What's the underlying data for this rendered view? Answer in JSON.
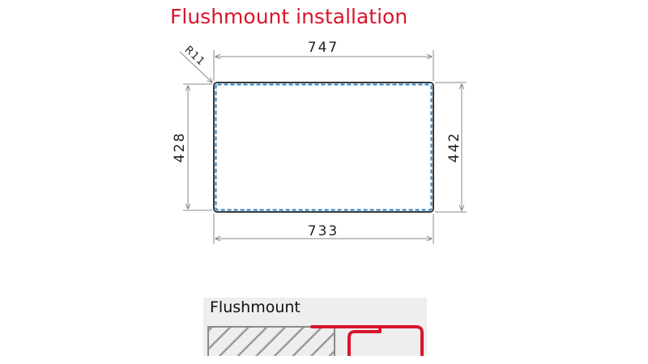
{
  "title": "Flushmount installation",
  "dimensions": {
    "top_width": "747",
    "bottom_width": "733",
    "left_height": "428",
    "right_height": "442",
    "corner_radius": "R11"
  },
  "section": {
    "label": "Flushmount"
  },
  "colors": {
    "title": "#d8152b",
    "outline": "#3a3a3a",
    "dashed_cutout": "#2b7fc0",
    "dimension_line": "#888888",
    "section_red": "#d8152b",
    "section_hatch": "#9a9a9a",
    "section_background": "#eeeeee"
  }
}
